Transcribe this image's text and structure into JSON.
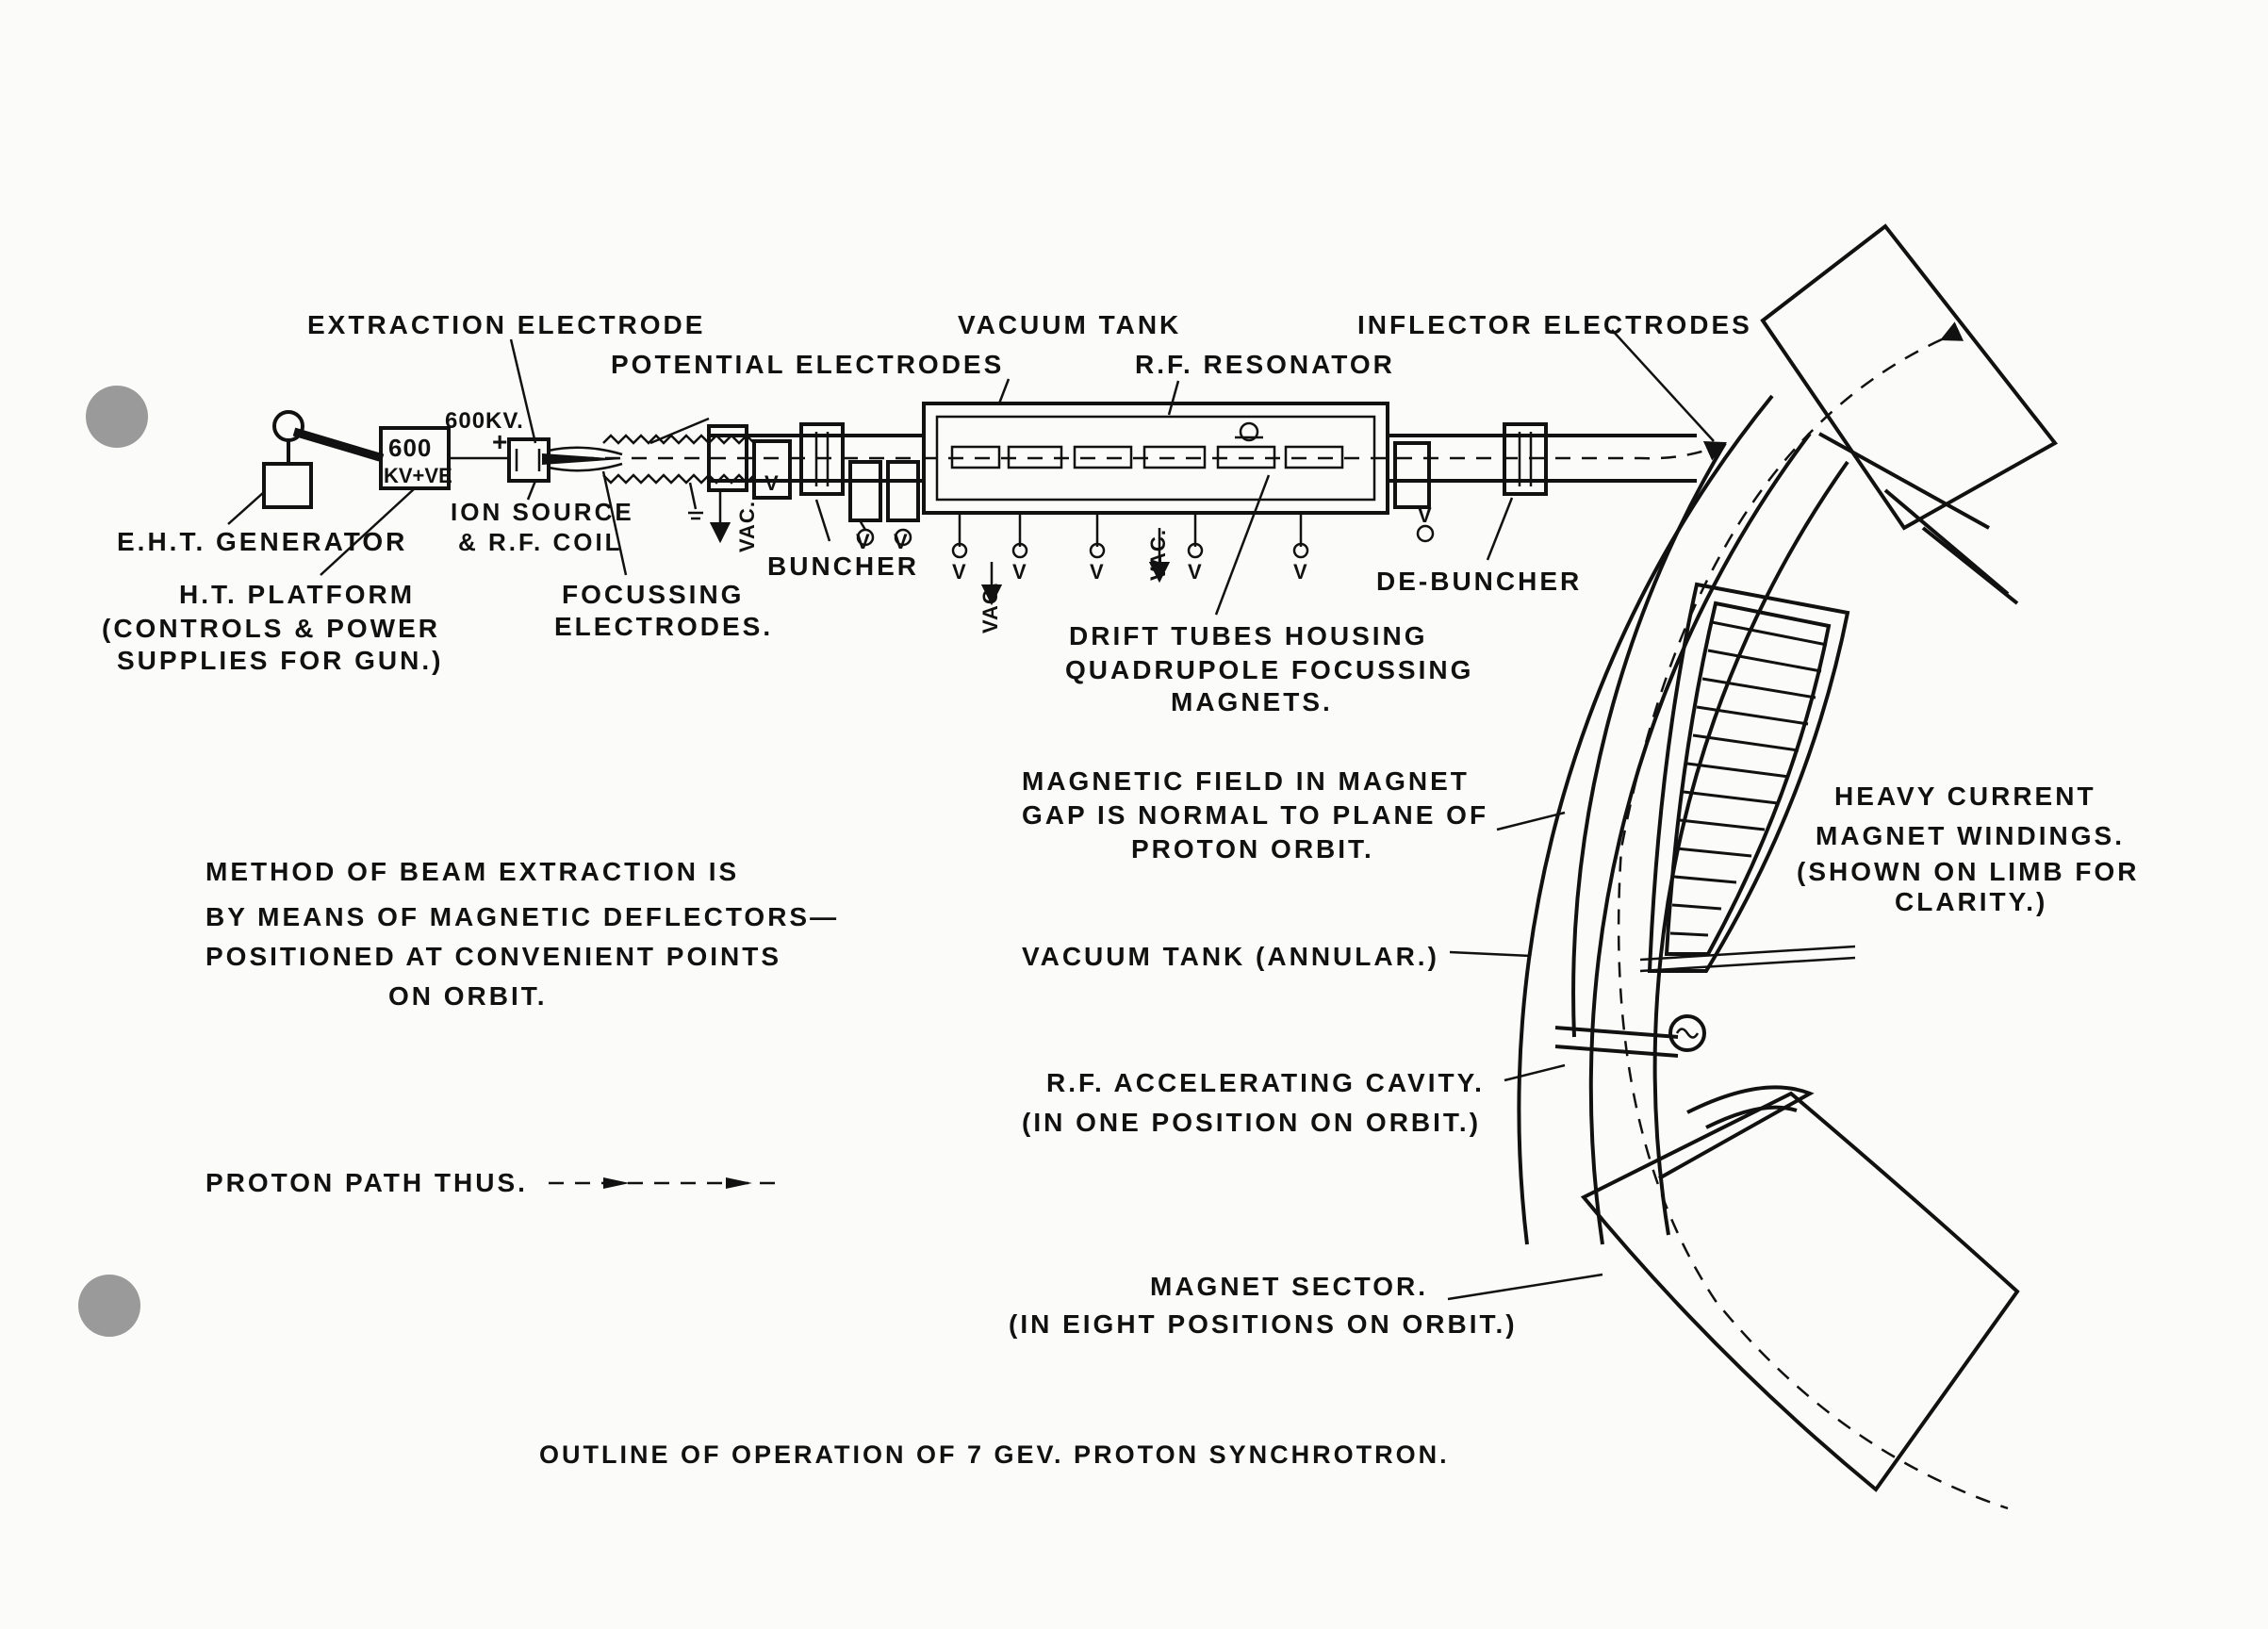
{
  "title": "OUTLINE OF OPERATION OF 7 GEV. PROTON SYNCHROTRON.",
  "labels": {
    "extraction_electrode": "EXTRACTION ELECTRODE",
    "potential_electrodes": "POTENTIAL ELECTRODES",
    "vacuum_tank": "VACUUM TANK",
    "rf_resonator": "R.F. RESONATOR",
    "inflector_electrodes": "INFLECTOR ELECTRODES",
    "voltage_600kv": "600KV.",
    "voltage_plus": "+",
    "platform_box_line1": "600",
    "platform_box_line2": "KV+VE",
    "eht_generator": "E.H.T. GENERATOR",
    "ion_source_1": "ION SOURCE",
    "ion_source_2": "& R.F. COIL",
    "ht_platform_1": "H.T. PLATFORM",
    "ht_platform_2": "(CONTROLS & POWER",
    "ht_platform_3": "SUPPLIES FOR GUN.)",
    "focussing_1": "FOCUSSING",
    "focussing_2": "ELECTRODES.",
    "buncher": "BUNCHER",
    "de_buncher": "DE-BUNCHER",
    "vac": "VAC.",
    "valve": "V",
    "drift_1": "DRIFT TUBES HOUSING",
    "drift_2": "QUADRUPOLE FOCUSSING",
    "drift_3": "MAGNETS.",
    "mag_field_1": "MAGNETIC FIELD IN MAGNET",
    "mag_field_2": "GAP IS NORMAL TO PLANE OF",
    "mag_field_3": "PROTON ORBIT.",
    "heavy_1": "HEAVY CURRENT",
    "heavy_2": "MAGNET WINDINGS.",
    "heavy_3": "(SHOWN ON LIMB FOR",
    "heavy_4": "CLARITY.)",
    "method_1": "METHOD OF BEAM EXTRACTION IS",
    "method_2": "BY MEANS OF MAGNETIC DEFLECTORS—",
    "method_3": "POSITIONED AT CONVENIENT POINTS",
    "method_4": "ON ORBIT.",
    "vacuum_annular": "VACUUM TANK (ANNULAR.)",
    "rf_cavity_1": "R.F. ACCELERATING CAVITY.",
    "rf_cavity_2": "(IN ONE POSITION ON ORBIT.)",
    "proton_path": "PROTON PATH THUS.",
    "magnet_sector_1": "MAGNET SECTOR.",
    "magnet_sector_2": "(IN EIGHT POSITIONS ON ORBIT.)"
  },
  "colors": {
    "ink": "#111111",
    "paper": "#fbfbf9",
    "punch_hole": "#9a9a9a"
  }
}
